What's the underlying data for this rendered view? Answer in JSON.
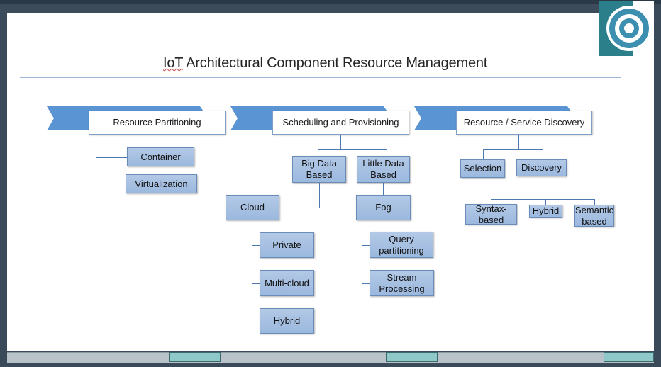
{
  "title": {
    "prefix": "IoT",
    "rest": " Architectural Component Resource Management"
  },
  "colors": {
    "accent_line": "#4c7ab0",
    "box_fill": "#a7c1e2",
    "arrow_fill": "#5b94d3"
  },
  "icons": {
    "logo": "concentric-ring-logo"
  },
  "columns": [
    {
      "header": "Resource Partitioning",
      "children": [
        "Container",
        "Virtualization"
      ]
    },
    {
      "header": "Scheduling and Provisioning",
      "groups": [
        {
          "label": "Big Data Based",
          "child": "Cloud",
          "items": [
            "Private",
            "Multi-cloud",
            "Hybrid"
          ]
        },
        {
          "label": "Little Data Based",
          "child": "Fog",
          "items": [
            "Query partitioning",
            "Stream Processing"
          ]
        }
      ]
    },
    {
      "header": "Resource / Service Discovery",
      "children": [
        "Selection",
        "Discovery"
      ],
      "discovery_items": [
        "Syntax-based",
        "Hybrid",
        "Semantic based"
      ]
    }
  ]
}
